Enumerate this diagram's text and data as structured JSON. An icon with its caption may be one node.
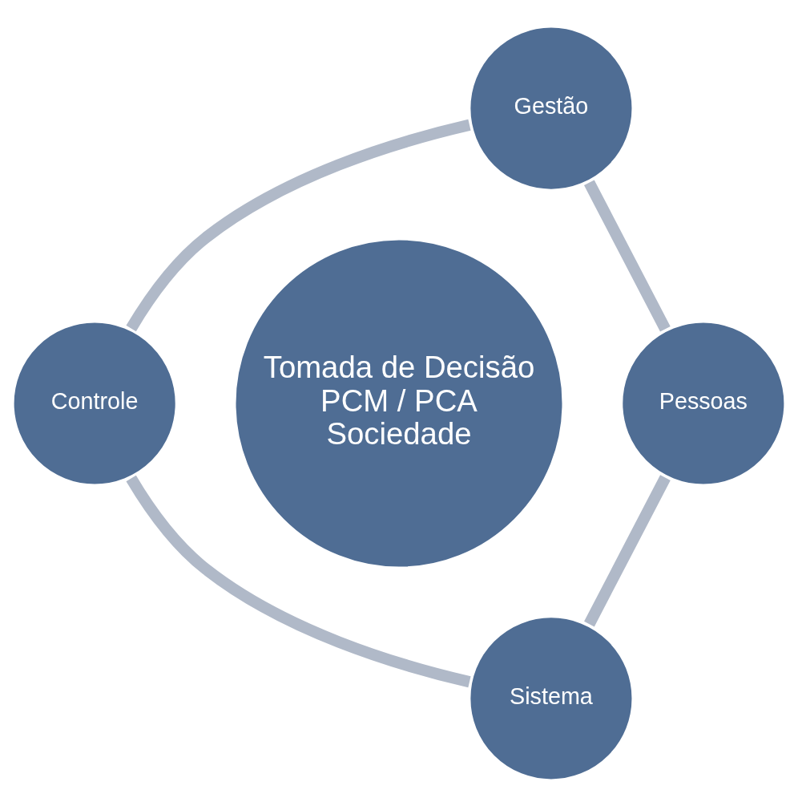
{
  "diagram": {
    "nodes": [
      {
        "text": [
          "Gestão"
        ]
      },
      {
        "text": [
          "Controle"
        ]
      },
      {
        "text": [
          "Tomada de Decisão",
          "PCM / PCA",
          "Sociedade"
        ]
      },
      {
        "text": [
          "Pessoas"
        ]
      },
      {
        "text": [
          "Sistema"
        ]
      }
    ],
    "edges": [
      {
        "from": 0,
        "to": 3,
        "arrow": "none"
      },
      {
        "from": 3,
        "to": 4,
        "arrow": "none"
      },
      {
        "from": 4,
        "to": 1,
        "arrow": "none"
      },
      {
        "from": 1,
        "to": 0,
        "arrow": "none"
      }
    ]
  }
}
